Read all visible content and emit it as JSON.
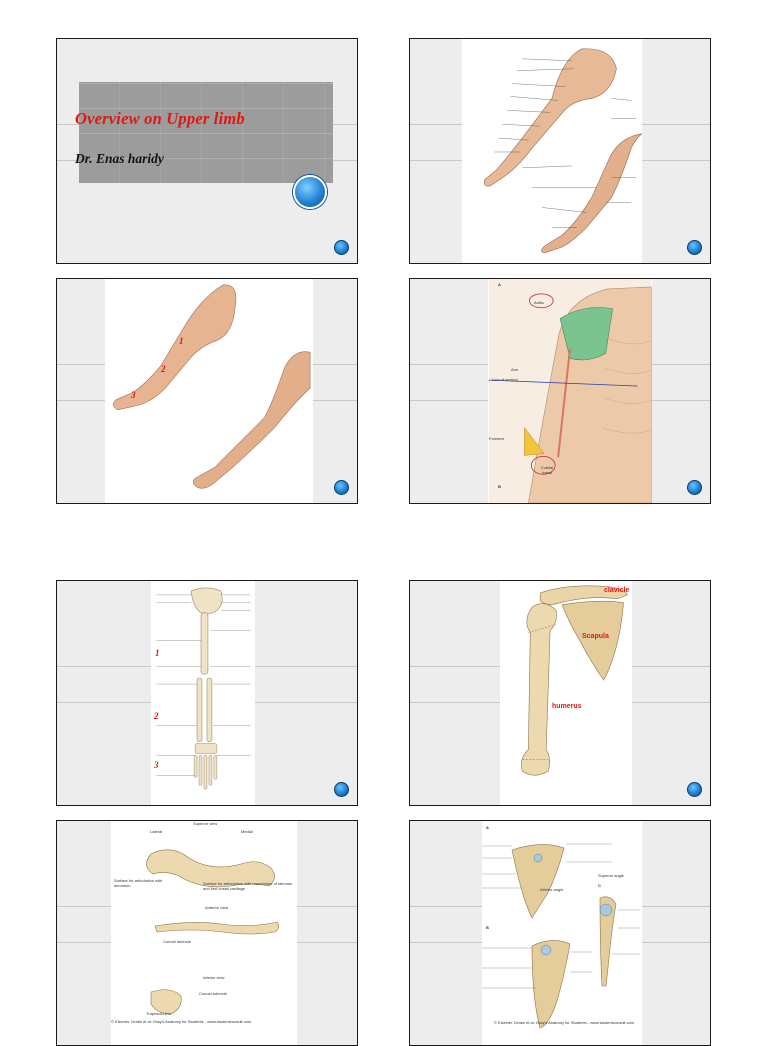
{
  "slides": [
    {
      "title": "Overview on Upper limb",
      "author": "Dr. Enas haridy"
    },
    {},
    {
      "numbers": [
        "1",
        "2",
        "3"
      ]
    },
    {
      "labels": {
        "fig_a": "A",
        "fig_b": "B",
        "axilla": "Axilla",
        "arm": "Arm",
        "line_of_section": "Line of section",
        "forearm": "Forearm",
        "cubital_fossa": "Cubital fossa"
      }
    },
    {
      "numbers": [
        "1",
        "2",
        "3"
      ]
    },
    {
      "labels": {
        "clavicle": "clavicle",
        "scapula": "Scapula",
        "humerus": "humerus"
      }
    },
    {
      "labels": {
        "superior_view": "Superior view",
        "lateral": "Lateral",
        "medial": "Medial",
        "acromion_surface": "Surface for articulation with acromion",
        "sternum_surface": "Surface for articulation with manubrium of sternum and first costal cartilage",
        "anterior_view": "Anterior view",
        "conoid_tubercle": "Conoid tubercle",
        "inferior_view": "Inferior view",
        "conoid_tubercle_2": "Conoid tubercle",
        "trapezoid_line": "Trapezoid line"
      },
      "credit": "© Elsevier. Drake et al: Gray's Anatomy for Students - www.studentconsult.com"
    },
    {
      "labels": {
        "a": "A",
        "b": "B",
        "c": "C",
        "superior_angle": "Superior angle",
        "inferior_angle": "Inferior angle"
      },
      "credit": "© Elsevier. Drake et al: Gray's Anatomy for Students - www.studentconsult.com"
    }
  ]
}
